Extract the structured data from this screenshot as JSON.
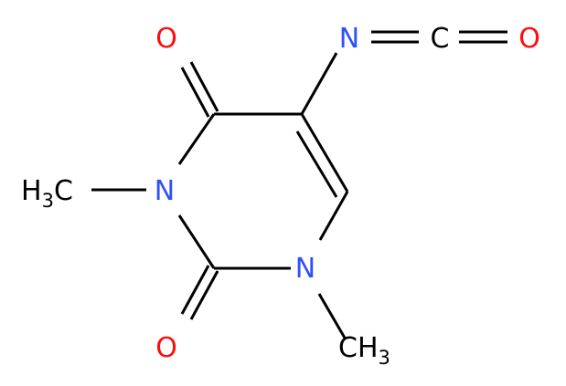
{
  "colors": {
    "bond": "#000000",
    "carbon": "#000000",
    "nitrogen": "#3050f8",
    "oxygen": "#ff0d0d"
  },
  "atoms": {
    "o4": "O",
    "n_iso": "N",
    "c_iso": "C",
    "o_iso": "O",
    "n3": "N",
    "n1": "N",
    "o2": "O",
    "me3": {
      "main": "H",
      "sub": "3",
      "tail": "C"
    },
    "me1": {
      "main": "CH",
      "sub": "3"
    }
  }
}
